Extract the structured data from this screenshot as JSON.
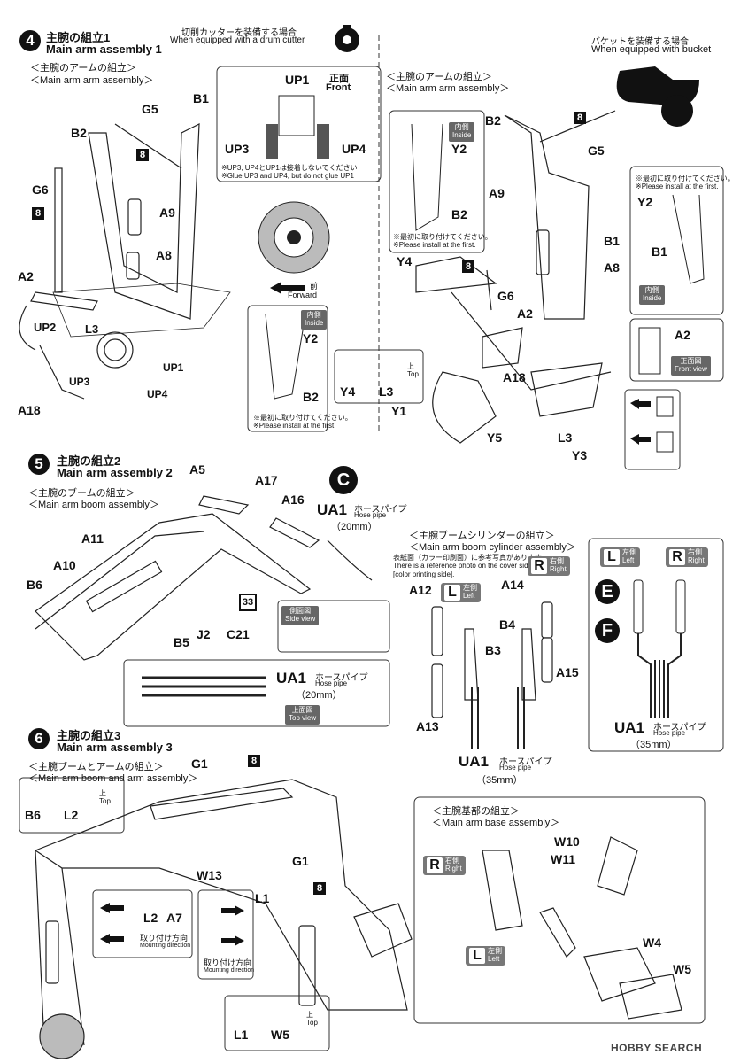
{
  "step4": {
    "num": "4",
    "title_jp": "主腕の組立1",
    "title_en": "Main arm assembly 1",
    "left": {
      "sub_jp": "＜主腕のアームの組立＞",
      "sub_en": "＜Main arm arm assembly＞"
    },
    "drum": {
      "jp": "切削カッターを装備する場合",
      "en": "When equipped with a drum cutter",
      "front_jp": "正面",
      "front_en": "Front",
      "note_jp": "※UP3, UP4とUP1は接着しないでください",
      "note_en": "※Glue UP3 and UP4, but do not glue UP1",
      "forward_jp": "前",
      "forward_en": "Forward"
    },
    "right": {
      "sub_jp": "＜主腕のアームの組立＞",
      "sub_en": "＜Main arm arm assembly＞",
      "bucket_jp": "バケットを装備する場合",
      "bucket_en": "When equipped with bucket"
    },
    "parts": {
      "B1": "B1",
      "G5": "G5",
      "B2": "B2",
      "G6": "G6",
      "A9": "A9",
      "A8": "A8",
      "A2": "A2",
      "UP2": "UP2",
      "L3": "L3",
      "UP1": "UP1",
      "UP3": "UP3",
      "UP4": "UP4",
      "A18": "A18",
      "Y2": "Y2",
      "Y4": "Y4",
      "G6b": "G6",
      "A2b": "A2",
      "A18b": "A18",
      "Y1": "Y1",
      "Y5": "Y5",
      "L3b": "L3",
      "Y3": "Y3",
      "B1b": "B1",
      "A8b": "A8",
      "A9b": "A9",
      "G5b": "G5",
      "B2b": "B2",
      "Y2b": "Y2",
      "B2c": "B2",
      "Y2c": "Y2",
      "B2d": "B2",
      "B1c": "B1",
      "A2c": "A2",
      "UP1b": "UP1",
      "UP3b": "UP3",
      "UP4b": "UP4",
      "Y4b": "Y4",
      "L3c": "L3"
    },
    "inside_jp": "内側",
    "inside_en": "Inside",
    "first_jp": "※最初に取り付けてください。",
    "first_en": "※Please install at the first.",
    "top_jp": "上",
    "top_en": "Top",
    "frontview_jp": "正面図",
    "frontview_en": "Front view",
    "eight": "8"
  },
  "step5": {
    "num": "5",
    "title_jp": "主腕の組立2",
    "title_en": "Main arm assembly 2",
    "sub_jp": "＜主腕のブームの組立＞",
    "sub_en": "＜Main arm boom assembly＞",
    "parts": {
      "A5": "A5",
      "A17": "A17",
      "A16": "A16",
      "A11": "A11",
      "A10": "A10",
      "B6": "B6",
      "B5": "B5",
      "J2": "J2",
      "C21": "C21",
      "UA1": "UA1",
      "UA1b": "UA1"
    },
    "hose_jp": "ホースパイプ",
    "hose_en": "Hose pipe",
    "len20": "（20mm）",
    "len20b": "（20mm）",
    "c_letter": "C",
    "thirty3": "33",
    "sideview_jp": "側面図",
    "sideview_en": "Side view",
    "topview_jp": "上面図",
    "topview_en": "Top view",
    "cyl": {
      "sub_jp": "＜主腕ブームシリンダーの組立＞",
      "sub_en": "＜Main arm boom cylinder assembly＞",
      "note_jp": "表紙面（カラー印刷面）に参考写真があります。",
      "note_en1": "There is a reference photo on the cover side",
      "note_en2": "[color printing side].",
      "A12": "A12",
      "A14": "A14",
      "B4": "B4",
      "B3": "B3",
      "A15": "A15",
      "A13": "A13",
      "UA1": "UA1",
      "len35": "（35mm）"
    },
    "left_jp": "左側",
    "left_en": "Left",
    "right_jp": "右側",
    "right_en": "Right",
    "L": "L",
    "R": "R",
    "e_letter": "E",
    "f_letter": "F",
    "ua1_panel": "UA1",
    "len35b": "（35mm）"
  },
  "step6": {
    "num": "6",
    "title_jp": "主腕の組立3",
    "title_en": "Main arm assembly 3",
    "sub_jp": "＜主腕ブームとアームの組立＞",
    "sub_en": "＜Main arm boom and arm assembly＞",
    "parts": {
      "G1": "G1",
      "G1b": "G1",
      "B6": "B6",
      "L2": "L2",
      "W13": "W13",
      "L1": "L1",
      "L2b": "L2",
      "A7": "A7",
      "L1b": "L1",
      "W5": "W5"
    },
    "mount_jp": "取り付け方向",
    "mount_en": "Mounting direction",
    "mount_jp2": "取り付け方向",
    "mount_en2": "Mounting direction",
    "base": {
      "sub_jp": "＜主腕基部の組立＞",
      "sub_en": "＜Main arm base assembly＞",
      "W10": "W10",
      "W11": "W11",
      "W4": "W4",
      "W5": "W5"
    }
  },
  "footer": {
    "watermark": "HOBBY SEARCH"
  }
}
